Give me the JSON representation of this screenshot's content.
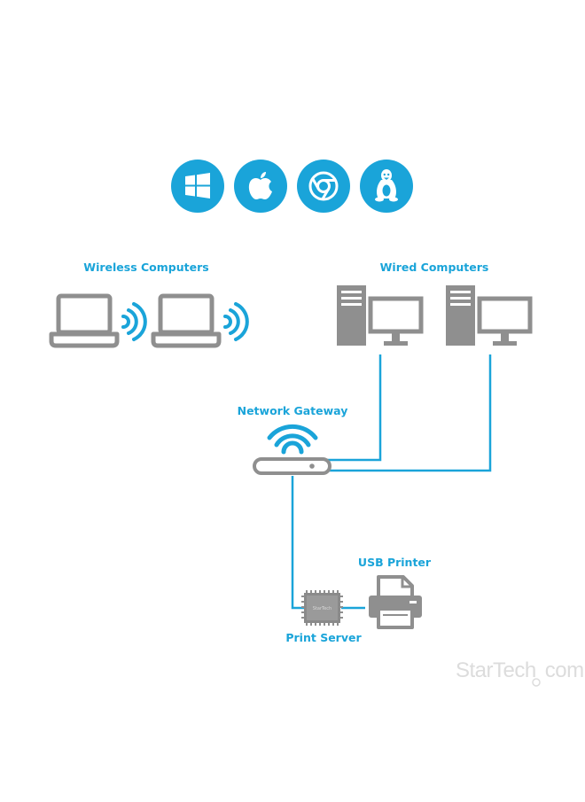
{
  "colors": {
    "accent": "#1aa4d9",
    "device": "#8f8f8f",
    "device_light": "#d8d8d8",
    "label": "#1aa4d9",
    "watermark": "#dcdcdc"
  },
  "os_icons": [
    {
      "name": "windows-icon"
    },
    {
      "name": "apple-icon"
    },
    {
      "name": "chrome-icon"
    },
    {
      "name": "linux-icon"
    }
  ],
  "labels": {
    "wireless_computers": "Wireless Computers",
    "wired_computers": "Wired Computers",
    "network_gateway": "Network Gateway",
    "usb_printer": "USB Printer",
    "print_server": "Print Server"
  },
  "print_server_device_text": "StarTech",
  "brand": {
    "name_start": "StarTech",
    "name_end": "com"
  }
}
